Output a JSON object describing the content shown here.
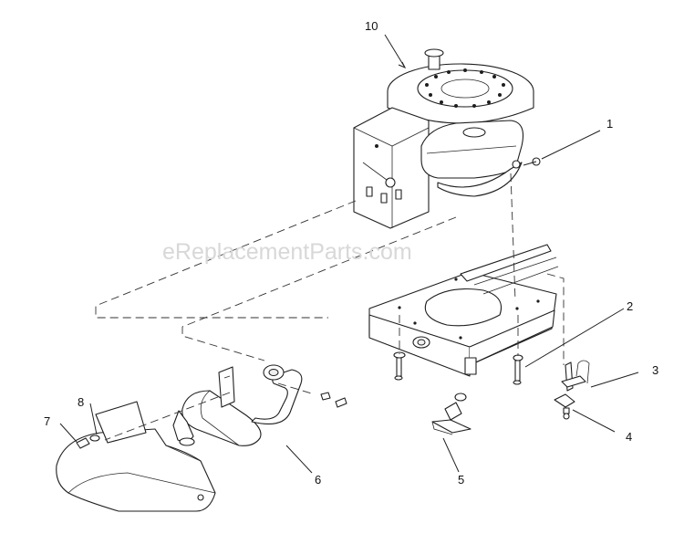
{
  "watermark": "eReplacementParts.com",
  "callouts": [
    {
      "id": "c10",
      "label": "10"
    },
    {
      "id": "c1",
      "label": "1"
    },
    {
      "id": "c2",
      "label": "2"
    },
    {
      "id": "c3",
      "label": "3"
    },
    {
      "id": "c4",
      "label": "4"
    },
    {
      "id": "c5",
      "label": "5"
    },
    {
      "id": "c6",
      "label": "6"
    },
    {
      "id": "c7",
      "label": "7"
    },
    {
      "id": "c8",
      "label": "8"
    }
  ]
}
